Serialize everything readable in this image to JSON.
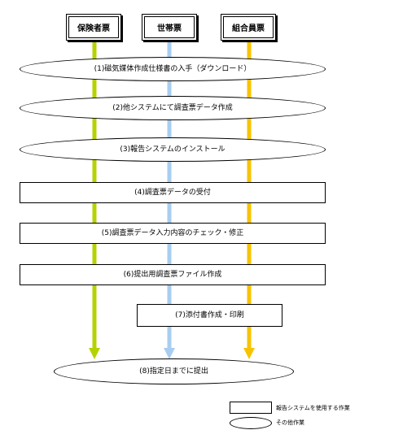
{
  "headers": {
    "insurer": "保険者票",
    "household": "世帯票",
    "member": "組合員票"
  },
  "steps": {
    "s1": "(1)磁気媒体作成仕様書の入手（ダウンロード）",
    "s2": "(2)他システムにて調査票データ作成",
    "s3": "(3)報告システムのインストール",
    "s4": "(4)調査票データの受付",
    "s5": "(5)調査票データ入力内容のチェック・修正",
    "s6": "(6)提出用調査票ファイル作成",
    "s7": "(7)添付書作成・印刷",
    "s8": "(8)指定日までに提出"
  },
  "legend": {
    "rect_label": "報告システムを使用する作業",
    "oval_label": "その他作業"
  },
  "colors": {
    "insurer_line": "#b5d200",
    "household_line": "#a8cdf0",
    "member_line": "#f7c300"
  }
}
